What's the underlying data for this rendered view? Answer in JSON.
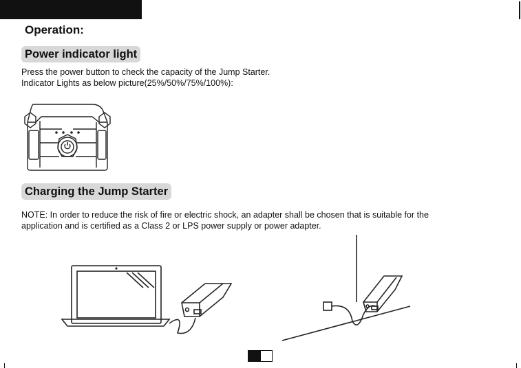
{
  "header": {
    "heading": "Operation:"
  },
  "power_section": {
    "title": "Power indicator light",
    "line1": "Press the power button to check the capacity of the Jump Starter.",
    "line2": "Indicator Lights as below picture(25%/50%/75%/100%):"
  },
  "charging_section": {
    "title": "Charging the Jump Starter",
    "note_line1": "NOTE: In order to reduce the risk of fire or electric shock, an adapter shall be chosen that is suitable for the",
    "note_line2": "application and is certified as a Class 2 or LPS power supply or power adapter."
  },
  "icons": {
    "device_illustration": "jump-starter-device-icon",
    "laptop_illustration": "laptop-charging-illustration",
    "wall_illustration": "wall-outlet-charging-illustration"
  }
}
